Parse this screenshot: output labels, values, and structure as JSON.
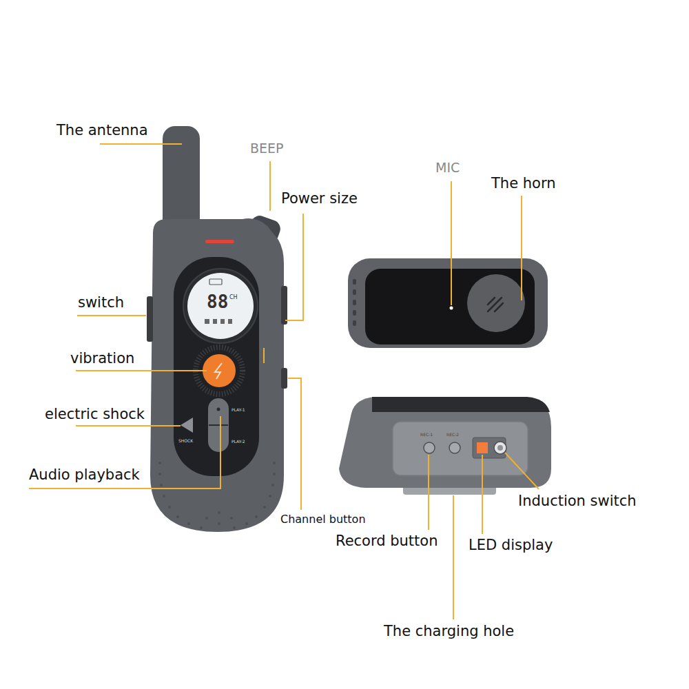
{
  "diagram": {
    "labels": [
      "The antenna",
      "BEEP",
      "Power size",
      "MIC",
      "The horn",
      "switch",
      "vibration",
      "electric shock",
      "Audio playback",
      "Channel button",
      "Record button",
      "LED display",
      "Induction switch",
      "The charging hole",
      "88",
      "CH",
      "SHOCK",
      "PLAY-1",
      "PLAY-2",
      "REC-1",
      "REC-2"
    ]
  }
}
